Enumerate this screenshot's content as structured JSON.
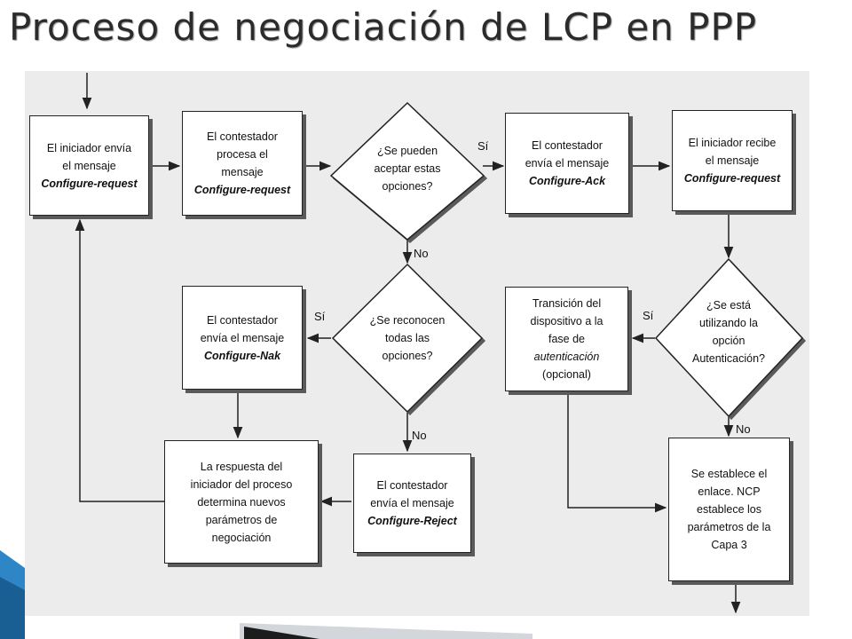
{
  "title": "Proceso de negociación de LCP en PPP",
  "nodes": {
    "n1": [
      "El iniciador envía",
      "el mensaje",
      "Configure-request"
    ],
    "n2": [
      "El contestador",
      "procesa el",
      "mensaje",
      "Configure-request"
    ],
    "d1": [
      "¿Se pueden",
      "aceptar estas",
      "opciones?"
    ],
    "n3": [
      "El contestador",
      "envía el mensaje",
      "Configure-Ack"
    ],
    "n4": [
      "El iniciador recibe",
      "el mensaje",
      "Configure-request"
    ],
    "n5": [
      "El contestador",
      "envía el mensaje",
      "Configure-Nak"
    ],
    "d2": [
      "¿Se reconocen",
      "todas las",
      "opciones?"
    ],
    "n6": [
      "Transición del",
      "dispositivo a la",
      "fase de",
      "autenticación",
      "(opcional)"
    ],
    "d3": [
      "¿Se está",
      "utilizando la",
      "opción",
      "Autenticación?"
    ],
    "n7": [
      "La respuesta del",
      "iniciador del proceso",
      "determina nuevos",
      "parámetros de",
      "negociación"
    ],
    "n8": [
      "El contestador",
      "envía el mensaje",
      "Configure-Reject"
    ],
    "n9": [
      "Se establece el",
      "enlace. NCP",
      "establece los",
      "parámetros de la",
      "Capa 3"
    ]
  },
  "labels": {
    "yes1": "Sí",
    "no1": "No",
    "yes2": "Sí",
    "no2": "No",
    "yes3": "Sí",
    "no3": "No"
  },
  "colors": {
    "panel": "#ececec",
    "line": "#222222",
    "shadow": "#5a5a5a",
    "accent_blue": "#2f86c7"
  }
}
